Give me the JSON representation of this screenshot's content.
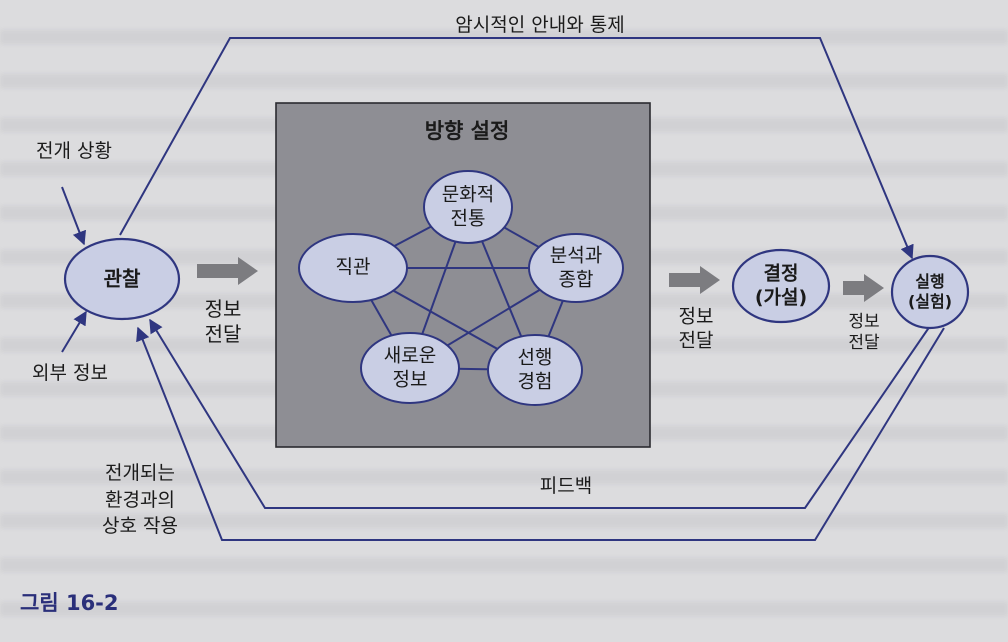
{
  "diagram": {
    "top_loop": "암시적인 안내와 통제",
    "input_1": "전개 상황",
    "input_2": "외부 정보",
    "observe": "관찰",
    "transfer_1": "정보\n전달",
    "box_title": "방향 설정",
    "nodes": {
      "culture": "문화적\n전통",
      "intuition": "직관",
      "analysis": "분석과\n종합",
      "new_info": "새로운\n정보",
      "experience": "선행\n경험"
    },
    "transfer_2": "정보\n전달",
    "decision": "결정\n(가설)",
    "transfer_3": "정보\n전달",
    "action": "실행\n(실험)",
    "feedback": "피드백",
    "interaction": "전개되는\n환경과의\n상호 작용",
    "figure_label": "그림 16-2"
  },
  "colors": {
    "line": "#2f3680",
    "node_fill": "#c9cee4",
    "box_fill": "#8e8e94",
    "arrow_fill": "#7c7c80"
  }
}
